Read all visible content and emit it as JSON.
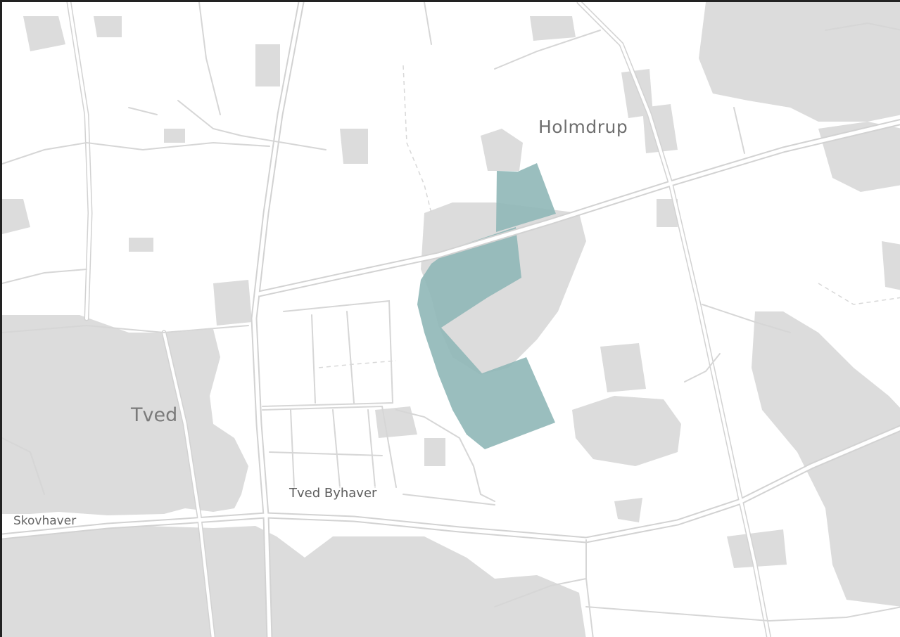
{
  "map": {
    "labels": {
      "holmdrup": "Holmdrup",
      "tved": "Tved",
      "tved_byhaver": "Tved Byhaver",
      "skovhaver": "Skovhaver"
    },
    "colors": {
      "background": "#ffffff",
      "built_up": "#dcdcdc",
      "road_fill": "#ffffff",
      "road_casing": "#d2d2d2",
      "highlight_area": "#8fb7b7",
      "frame_border": "#222222"
    }
  }
}
